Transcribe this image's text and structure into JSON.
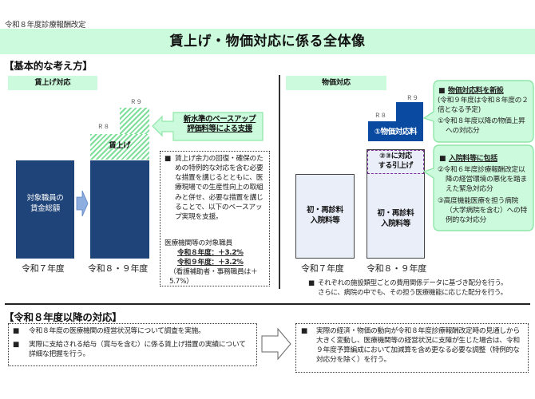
{
  "header": {
    "subtitle": "令和８年度診療報酬改定",
    "title": "賃上げ・物価対応に係る全体像"
  },
  "basic": {
    "heading": "【基本的な考え方】",
    "wage": {
      "pill": "賃上げ対応",
      "bar_before_label": "対象職員の\n賃金総額",
      "r8": "Ｒ８",
      "r9": "Ｒ９",
      "hatch_label": "賃上げ",
      "year_before": "令和７年度",
      "year_after": "令和８・９年度",
      "arrow_callout": [
        "新水準のベースアップ",
        "評価料等による支援"
      ],
      "note_bullet": "■",
      "note_text": "賃上げ余力の回復・確保のための特例的な対応を含む必要な措置を講じるとともに、医療現場での生産性向上の取組みと併せ、必要な措置を講じることで、以下のベースアップ実現を支援。",
      "target_heading": "医療機関等の対象職員",
      "target_r8": "令和８年度：＋3.2%",
      "target_r9": "令和９年度：＋3.2%",
      "target_note": "（看護補助者・事務職員は＋5.7%）"
    },
    "price": {
      "pill": "物価対応",
      "r8": "Ｒ８",
      "r9": "Ｒ９",
      "blue_label": "①物価対応料",
      "dashed_label": "②③に対応\nする引上げ",
      "bar_before_label": "初・再診料\n入院料等",
      "bar_after_label": "初・再診料\n入院料等",
      "year_before": "令和７年度",
      "year_after": "令和８・９年度",
      "callout1": {
        "bullet": "■",
        "title": "物価対応料を新設",
        "sub": "(令和９年度は令和８年度の２倍となる予定)",
        "item1": "①令和８年度以降の物価上昇への対応分"
      },
      "callout2": {
        "bullet": "■",
        "title": "入院料等に包括",
        "item2": "②令和６年度診療報酬改定以降の経営環境の悪化を踏まえた緊急対応分",
        "item3": "③高度機能医療を担う病院（大学病院を含む）への特例的な対応分"
      },
      "footnote_bullet": "■",
      "footnote_line1": "それぞれの施設類型ごとの費用関係データに基づき配分を行う。",
      "footnote_line2": "さらに、病院の中でも、その担う医療機能に応じた配分を行う。"
    }
  },
  "future": {
    "heading": "【令和８年度以降の対応】",
    "left_items": [
      "令和８年度の医療機関の経営状況等について調査を実施。",
      "実際に支給される給与（賞与を含む）に係る賃上げ措置の実績について詳細な把握を行う。"
    ],
    "right_item": "実際の経済・物価の動向が令和８年度診療報酬改定時の見通しから大きく変動し、医療機関等の経営状況に支障が生じた場合は、令和９年度予算編成において加減算を含め更なる必要な調整（特例的な対応分を除く）を行う。",
    "bullet": "■"
  },
  "colors": {
    "title_band": "#ccfadc",
    "navy_bar": "#1f4479",
    "blue_bar": "#0a4aa0",
    "light_bar": "#e9eef9",
    "hatch_green": "#7ddf9a",
    "dashed_purple": "#7a2d9c"
  }
}
